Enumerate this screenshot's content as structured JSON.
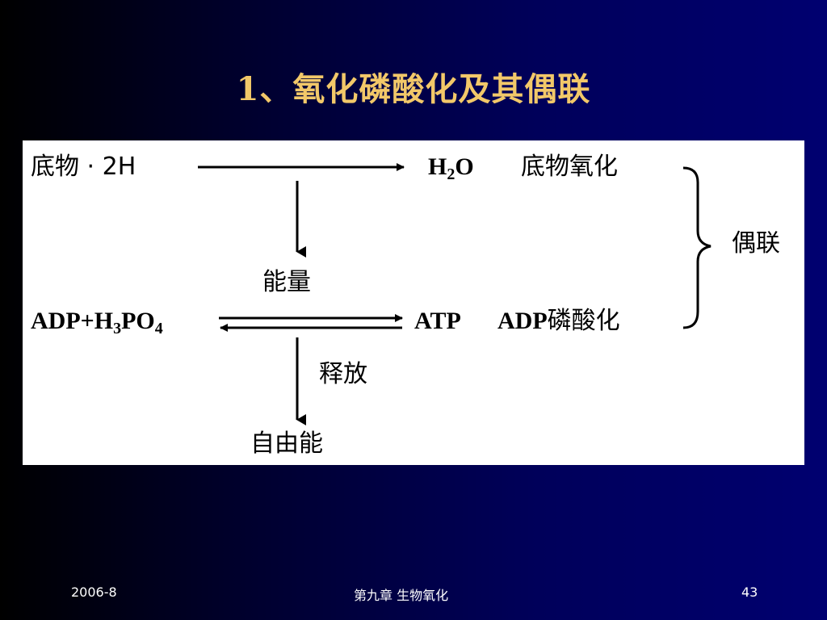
{
  "slide": {
    "title": "1、氧化磷酸化及其偶联"
  },
  "diagram": {
    "substrate": "底物 · 2H",
    "water": {
      "base": "H",
      "sub": "2",
      "tail": "O"
    },
    "substrate_oxidation": "底物氧化",
    "energy": "能量",
    "adp_phosphate": {
      "part1": "ADP+H",
      "sub1": "3",
      "part2": "PO",
      "sub2": "4"
    },
    "atp": "ATP",
    "adp_phosphorylation": {
      "prefix": "ADP",
      "suffix": "磷酸化"
    },
    "release": "释放",
    "free_energy": "自由能",
    "coupling": "偶联"
  },
  "footer": {
    "date": "2006-8",
    "chapter": "第九章  生物氧化",
    "page": "43"
  },
  "colors": {
    "title": "#f2c869",
    "panel": "#ffffff",
    "ink": "#000000",
    "footer_text": "#ffffff"
  }
}
